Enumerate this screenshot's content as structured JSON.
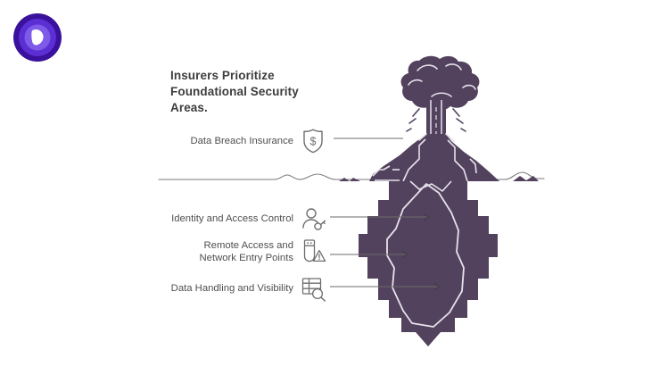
{
  "brand": {
    "logo_icon": "play-button-circle-logo",
    "colors": {
      "outer_ring": "#3a119c",
      "mid_ring": "#5b2fd4",
      "inner_ring": "#7d5be8",
      "core_glyph": "#ffffff"
    }
  },
  "header": {
    "title": "Insurers Prioritize Foundational Security Areas."
  },
  "diagram": {
    "type": "iceberg",
    "waterline_label": "water-line",
    "colors": {
      "iceberg_fill": "#53425e",
      "iceberg_outline": "#e6e2ea",
      "connector_line": "#6b6b6b",
      "water_line": "#7a7a7a",
      "background": "#ffffff"
    },
    "above_water": {
      "name": "erupting-volcano",
      "items": [
        {
          "id": "data-breach-insurance",
          "label": "Data Breach Insurance",
          "icon": "shield-dollar-icon"
        }
      ]
    },
    "below_water": {
      "name": "submerged-iceberg-mass",
      "items": [
        {
          "id": "identity-and-access-control",
          "label": "Identity and Access Control",
          "icon": "person-key-icon"
        },
        {
          "id": "remote-access-and-network-entry-points",
          "label": "Remote Access and\nNetwork Entry Points",
          "icon": "usb-drive-warning-icon"
        },
        {
          "id": "data-handling-and-visibility",
          "label": "Data Handling and Visibility",
          "icon": "table-search-icon"
        }
      ]
    }
  }
}
